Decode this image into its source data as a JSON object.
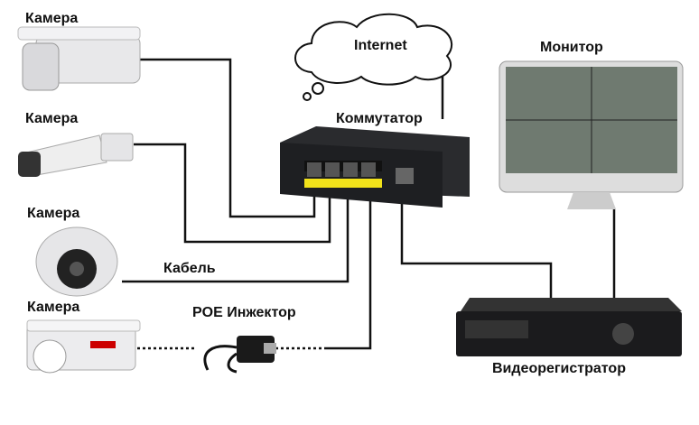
{
  "labels": {
    "camera1": "Камера",
    "camera2": "Камера",
    "camera3": "Камера",
    "camera4": "Камера",
    "internet": "Internet",
    "monitor": "Монитор",
    "switch": "Коммутатор",
    "cable": "Кабель",
    "poe_injector": "POE Инжектор",
    "dvr": "Видеорегистратор"
  },
  "colors": {
    "line": "#111111",
    "switch_body": "#1e1f22",
    "port_strip": "#f2e21a"
  }
}
